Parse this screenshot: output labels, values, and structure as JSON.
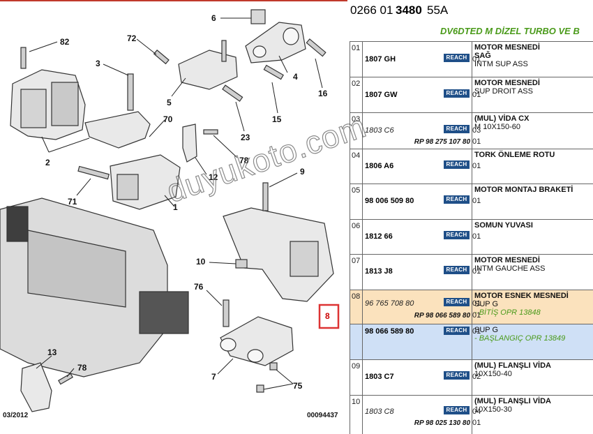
{
  "header": {
    "prefix": "0266 01",
    "bold": "3480",
    "suffix": "55A"
  },
  "engine_title": "DV6DTED M DİZEL TURBO VE B",
  "diagram": {
    "callouts": [
      "82",
      "3",
      "72",
      "6",
      "4",
      "16",
      "5",
      "15",
      "23",
      "70",
      "78",
      "2",
      "12",
      "71",
      "1",
      "9",
      "10",
      "76",
      "8",
      "13",
      "78",
      "7",
      "75"
    ],
    "date": "03/2012",
    "ref_number": "00094437"
  },
  "watermark": "duyukoto.com",
  "rows": [
    {
      "no": "01",
      "code": "1807 GH",
      "code_style": "bold",
      "reach": "REACH",
      "qty": "01",
      "rp": "",
      "desc1": "MOTOR MESNEDİ",
      "desc2": "SAĞ",
      "desc3": "INTM SUP ASS",
      "highlight": ""
    },
    {
      "no": "02",
      "code": "1807 GW",
      "code_style": "bold",
      "reach": "REACH",
      "qty": "01",
      "rp": "",
      "desc1": "MOTOR MESNEDİ",
      "desc2": "SUP DROIT ASS",
      "desc3": "",
      "highlight": ""
    },
    {
      "no": "03",
      "code": "1803 C6",
      "code_style": "italic",
      "reach": "REACH",
      "qty": "03",
      "qty2": "01",
      "rp": "RP 98 275 107 80",
      "desc1": "(MUL) VİDA CX",
      "desc2": "M 10X150-60",
      "desc3": "",
      "highlight": ""
    },
    {
      "no": "04",
      "code": "1806 A6",
      "code_style": "bold",
      "reach": "REACH",
      "qty": "01",
      "rp": "",
      "desc1": "TORK ÖNLEME ROTU",
      "desc2": "",
      "desc3": "",
      "highlight": ""
    },
    {
      "no": "05",
      "code": "98 006 509 80",
      "code_style": "bold",
      "reach": "REACH",
      "qty": "01",
      "rp": "",
      "desc1": "MOTOR MONTAJ BRAKETİ",
      "desc2": "",
      "desc3": "",
      "highlight": ""
    },
    {
      "no": "06",
      "code": "1812 66",
      "code_style": "bold",
      "reach": "REACH",
      "qty": "01",
      "rp": "",
      "desc1": "SOMUN YUVASI",
      "desc2": "",
      "desc3": "",
      "highlight": ""
    },
    {
      "no": "07",
      "code": "1813 J8",
      "code_style": "bold",
      "reach": "REACH",
      "qty": "01",
      "rp": "",
      "desc1": "MOTOR MESNEDİ",
      "desc2": "INTM GAUCHE ASS",
      "desc3": "",
      "highlight": ""
    },
    {
      "no": "08",
      "code": "96 765 708 80",
      "code_style": "italic",
      "reach": "REACH",
      "qty": "01",
      "qty2": "01",
      "rp": "RP 98 066 589 80",
      "desc1": "MOTOR ESNEK MESNEDİ",
      "desc2": "SUP G",
      "desc3": "- BİTİŞ OPR 13848",
      "highlight": "orange"
    },
    {
      "no": "",
      "code": "98 066 589 80",
      "code_style": "bold",
      "reach": "REACH",
      "qty": "01",
      "rp": "",
      "desc1": "SUP G",
      "desc2": "- BAŞLANGIÇ OPR 13849",
      "desc3": "",
      "highlight": "blue"
    },
    {
      "no": "09",
      "code": "1803 C7",
      "code_style": "bold",
      "reach": "REACH",
      "qty": "02",
      "rp": "",
      "desc1": "(MUL) FLANŞLI VİDA",
      "desc2": "10X150-40",
      "desc3": "",
      "highlight": ""
    },
    {
      "no": "10",
      "code": "1803 C8",
      "code_style": "italic",
      "reach": "REACH",
      "qty": "04",
      "qty2": "01",
      "rp": "RP 98 025 130 80",
      "desc1": "(MUL) FLANŞLI VİDA",
      "desc2": "10X150-30",
      "desc3": "",
      "highlight": ""
    }
  ]
}
